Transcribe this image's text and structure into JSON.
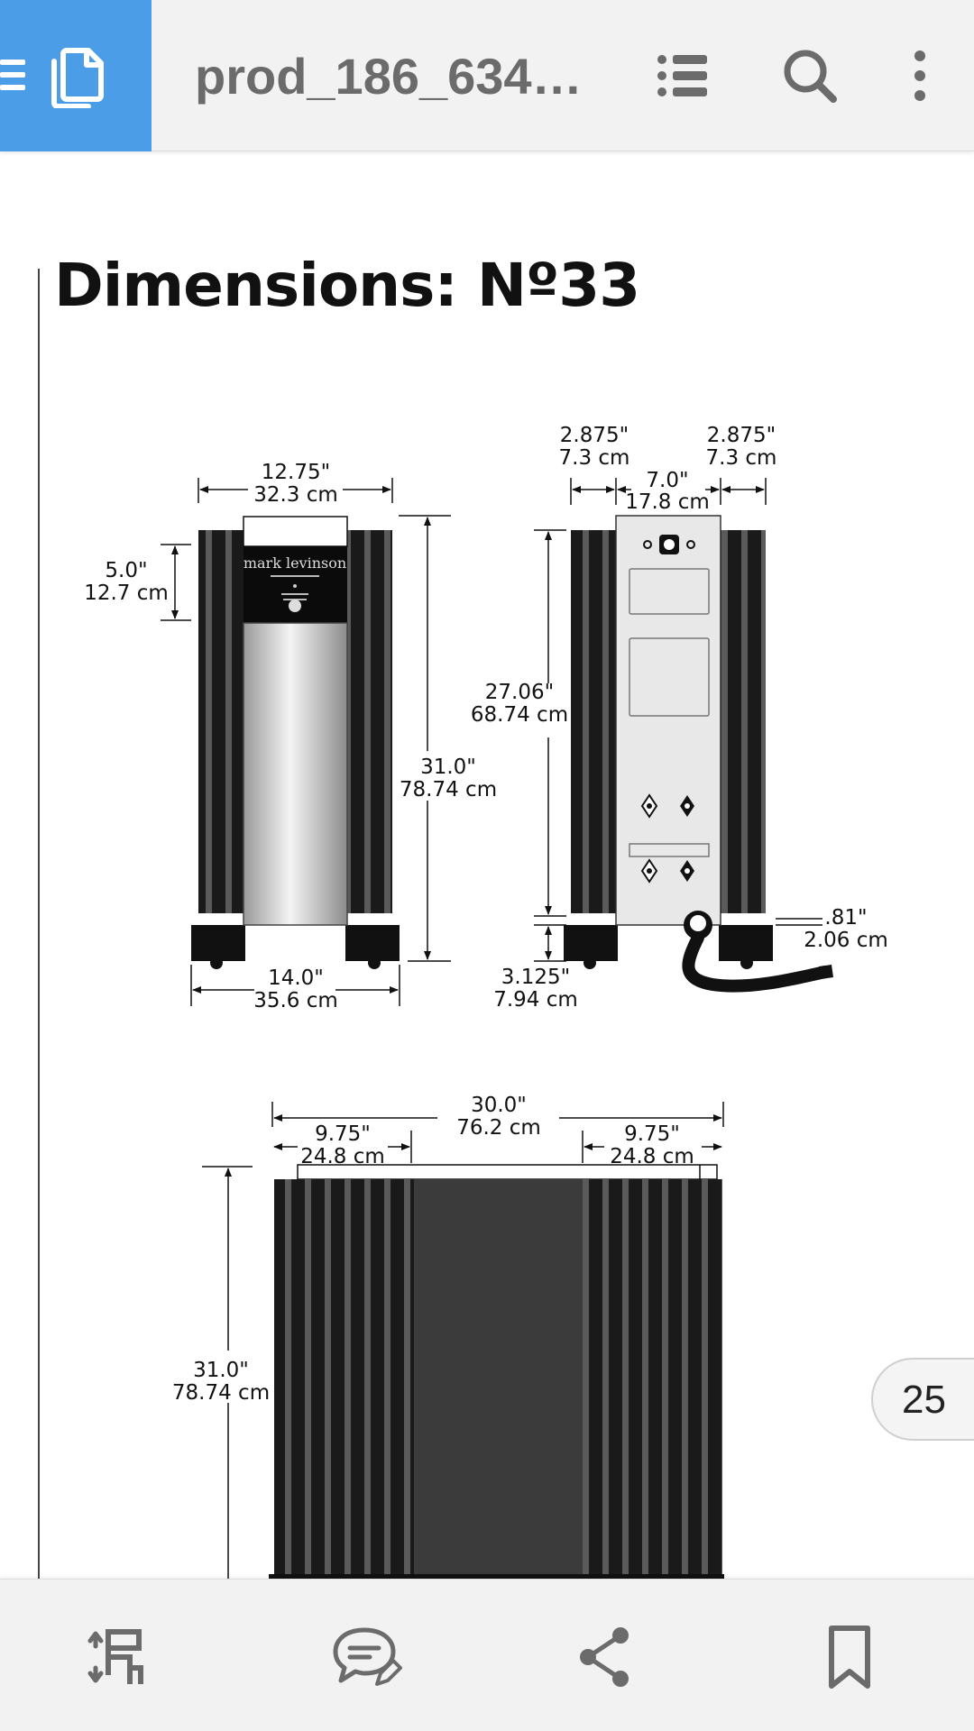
{
  "app": {
    "document_title": "prod_186_634…",
    "page_number": "25"
  },
  "document": {
    "heading": "Dimensions: Nº33",
    "front_view": {
      "top_width": [
        "12.75\"",
        "32.3 cm"
      ],
      "faceplate_height": [
        "5.0\"",
        "12.7 cm"
      ],
      "total_height": [
        "31.0\"",
        "78.74 cm"
      ],
      "base_width": [
        "14.0\"",
        "35.6 cm"
      ]
    },
    "rear_view": {
      "left_heatsink": [
        "2.875\"",
        "7.3 cm"
      ],
      "right_heatsink": [
        "2.875\"",
        "7.3 cm"
      ],
      "center_panel": [
        "7.0\"",
        "17.8 cm"
      ],
      "panel_height": [
        "27.06\"",
        "68.74 cm"
      ],
      "foot_height": [
        "3.125\"",
        "7.94 cm"
      ],
      "cable_offset": [
        ".81\"",
        "2.06 cm"
      ]
    },
    "side_view": {
      "total_depth": [
        "30.0\"",
        "76.2 cm"
      ],
      "left_section": [
        "9.75\"",
        "24.8 cm"
      ],
      "right_section": [
        "9.75\"",
        "24.8 cm"
      ],
      "height": [
        "31.0\"",
        "78.74 cm"
      ]
    },
    "logo_text": "mark levinson"
  },
  "icons": {
    "menu": "menu-icon",
    "document": "document-icon",
    "outline": "list-icon",
    "search": "search-icon",
    "more": "more-vertical-icon",
    "reflow": "reflow-icon",
    "annotate": "comment-edit-icon",
    "share": "share-icon",
    "bookmark": "bookmark-icon"
  },
  "colors": {
    "accent": "#4a9de6",
    "bar": "#f2f2f2",
    "icon": "#6b6b6b"
  }
}
